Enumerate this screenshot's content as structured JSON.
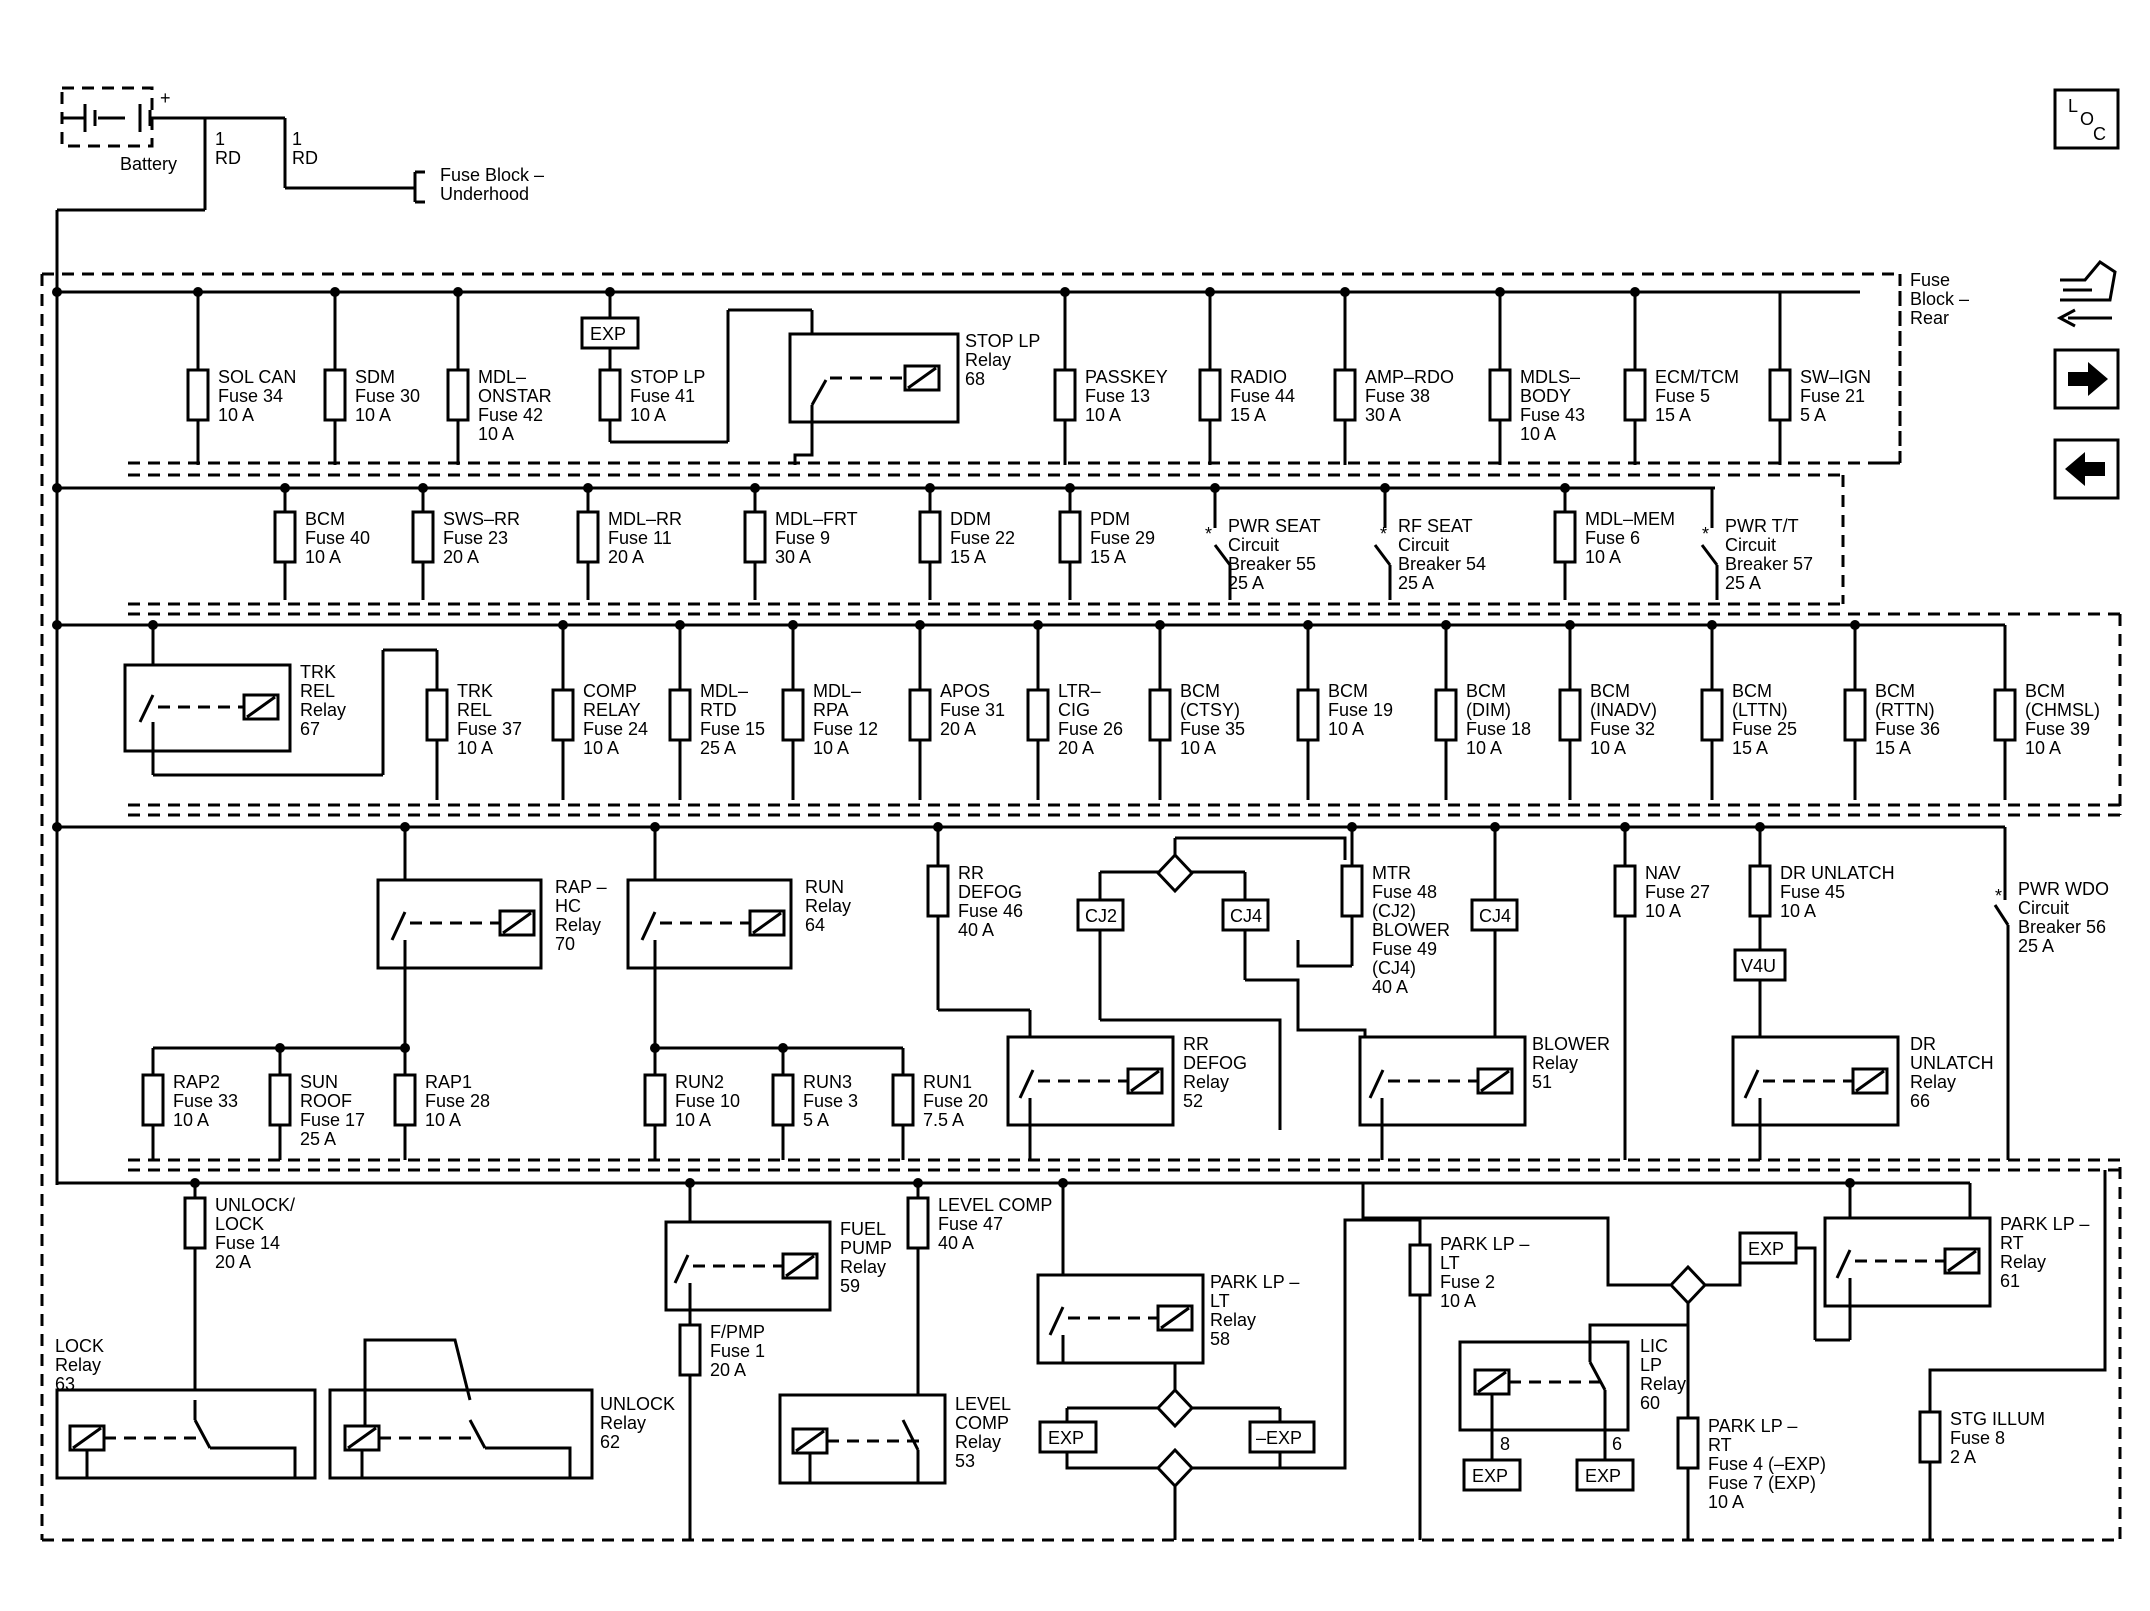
{
  "battery": {
    "label": "Battery",
    "plus": "+"
  },
  "wires": [
    {
      "gauge": "1",
      "color": "RD"
    },
    {
      "gauge": "1",
      "color": "RD"
    }
  ],
  "fuse_block_underhood": [
    "Fuse Block –",
    "Underhood"
  ],
  "fuse_block_rear": [
    "Fuse",
    "Block –",
    "Rear"
  ],
  "icons": {
    "loc": [
      "L",
      "O",
      "C"
    ],
    "nav_right": "next-arrow",
    "nav_left": "prev-arrow",
    "connector": "connector-views"
  },
  "connectors": {
    "exp": "EXP",
    "neg_exp": "–EXP",
    "cj2": "CJ2",
    "cj4": "CJ4",
    "v4u": "V4U",
    "pin8": "8",
    "pin6": "6"
  },
  "row1": [
    [
      "SOL CAN",
      "Fuse 34",
      "10 A"
    ],
    [
      "SDM",
      "Fuse 30",
      "10 A"
    ],
    [
      "MDL–",
      "ONSTAR",
      "Fuse 42",
      "10 A"
    ],
    [
      "STOP LP",
      "Fuse 41",
      "10 A"
    ],
    [
      "STOP LP",
      "Relay",
      "68"
    ],
    [
      "PASSKEY",
      "Fuse 13",
      "10 A"
    ],
    [
      "RADIO",
      "Fuse 44",
      "15 A"
    ],
    [
      "AMP–RDO",
      "Fuse 38",
      "30 A"
    ],
    [
      "MDLS–",
      "BODY",
      "Fuse 43",
      "10 A"
    ],
    [
      "ECM/TCM",
      "Fuse 5",
      "15 A"
    ],
    [
      "SW–IGN",
      "Fuse 21",
      "5 A"
    ]
  ],
  "row2": [
    [
      "BCM",
      "Fuse 40",
      "10 A"
    ],
    [
      "SWS–RR",
      "Fuse 23",
      "20 A"
    ],
    [
      "MDL–RR",
      "Fuse 11",
      "20 A"
    ],
    [
      "MDL–FRT",
      "Fuse 9",
      "30 A"
    ],
    [
      "DDM",
      "Fuse 22",
      "15 A"
    ],
    [
      "PDM",
      "Fuse 29",
      "15 A"
    ],
    [
      "PWR SEAT",
      "Circuit",
      "Breaker 55",
      "25 A"
    ],
    [
      "RF SEAT",
      "Circuit",
      "Breaker 54",
      "25 A"
    ],
    [
      "MDL–MEM",
      "Fuse 6",
      "10 A"
    ],
    [
      "PWR T/T",
      "Circuit",
      "Breaker 57",
      "25 A"
    ]
  ],
  "row3": [
    [
      "TRK",
      "REL",
      "Relay",
      "67"
    ],
    [
      "TRK",
      "REL",
      "Fuse 37",
      "10 A"
    ],
    [
      "COMP",
      "RELAY",
      "Fuse 24",
      "10 A"
    ],
    [
      "MDL–",
      "RTD",
      "Fuse 15",
      "25 A"
    ],
    [
      "MDL–",
      "RPA",
      "Fuse 12",
      "10 A"
    ],
    [
      "APOS",
      "Fuse 31",
      "20 A"
    ],
    [
      "LTR–",
      "CIG",
      "Fuse 26",
      "20 A"
    ],
    [
      "BCM",
      "(CTSY)",
      "Fuse 35",
      "10 A"
    ],
    [
      "BCM",
      "Fuse 19",
      "10 A"
    ],
    [
      "BCM",
      "(DIM)",
      "Fuse 18",
      "10 A"
    ],
    [
      "BCM",
      "(INADV)",
      "Fuse 32",
      "10 A"
    ],
    [
      "BCM",
      "(LTTN)",
      "Fuse 25",
      "15 A"
    ],
    [
      "BCM",
      "(RTTN)",
      "Fuse 36",
      "15 A"
    ],
    [
      "BCM",
      "(CHMSL)",
      "Fuse 39",
      "10 A"
    ]
  ],
  "row4": [
    [
      "RAP –",
      "HC",
      "Relay",
      "70"
    ],
    [
      "RUN",
      "Relay",
      "64"
    ],
    [
      "RR",
      "DEFOG",
      "Fuse 46",
      "40 A"
    ],
    [
      "MTR",
      "Fuse 48",
      "(CJ2)",
      "BLOWER",
      "Fuse 49",
      "(CJ4)",
      "40 A"
    ],
    [
      "NAV",
      "Fuse 27",
      "10 A"
    ],
    [
      "DR UNLATCH",
      "Fuse 45",
      "10 A"
    ],
    [
      "PWR WDO",
      "Circuit",
      "Breaker 56",
      "25 A"
    ],
    [
      "RAP2",
      "Fuse 33",
      "10 A"
    ],
    [
      "SUN",
      "ROOF",
      "Fuse 17",
      "25 A"
    ],
    [
      "RAP1",
      "Fuse 28",
      "10 A"
    ],
    [
      "RUN2",
      "Fuse 10",
      "10 A"
    ],
    [
      "RUN3",
      "Fuse 3",
      "5 A"
    ],
    [
      "RUN1",
      "Fuse 20",
      "7.5 A"
    ],
    [
      "RR",
      "DEFOG",
      "Relay",
      "52"
    ],
    [
      "BLOWER",
      "Relay",
      "51"
    ],
    [
      "DR",
      "UNLATCH",
      "Relay",
      "66"
    ]
  ],
  "row5": [
    [
      "UNLOCK/",
      "LOCK",
      "Fuse 14",
      "20 A"
    ],
    [
      "FUEL",
      "PUMP",
      "Relay",
      "59"
    ],
    [
      "LEVEL COMP",
      "Fuse 47",
      "40 A"
    ],
    [
      "F/PMP",
      "Fuse 1",
      "20 A"
    ],
    [
      "LOCK",
      "Relay",
      "63"
    ],
    [
      "UNLOCK",
      "Relay",
      "62"
    ],
    [
      "LEVEL",
      "COMP",
      "Relay",
      "53"
    ],
    [
      "PARK LP –",
      "LT",
      "Relay",
      "58"
    ],
    [
      "PARK LP –",
      "LT",
      "Fuse 2",
      "10 A"
    ],
    [
      "LIC",
      "LP",
      "Relay",
      "60"
    ],
    [
      "PARK LP –",
      "RT",
      "Fuse 4 (–EXP)",
      "Fuse 7 (EXP)",
      "10 A"
    ],
    [
      "PARK LP –",
      "RT",
      "Relay",
      "61"
    ],
    [
      "STG ILLUM",
      "Fuse 8",
      "2 A"
    ]
  ]
}
